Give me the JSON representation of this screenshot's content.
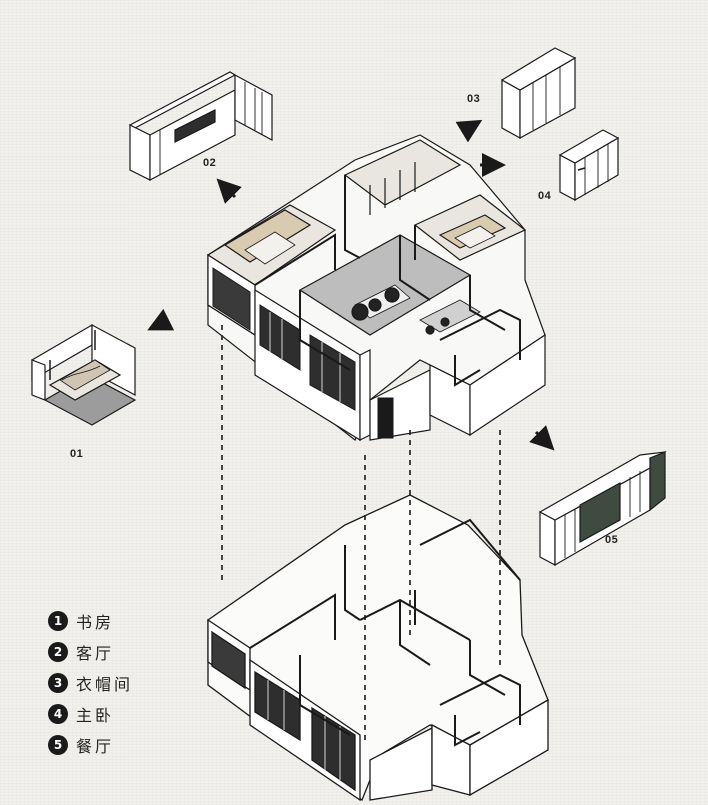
{
  "callouts": [
    "01",
    "02",
    "03",
    "04",
    "05"
  ],
  "legend": [
    {
      "num": "1",
      "text": "书房"
    },
    {
      "num": "2",
      "text": "客厅"
    },
    {
      "num": "3",
      "text": "衣帽间"
    },
    {
      "num": "4",
      "text": "主卧"
    },
    {
      "num": "5",
      "text": "餐厅"
    }
  ],
  "colors": {
    "background": "#f1f0ec",
    "wall": "#ffffff",
    "line": "#1a1a1a",
    "floor_wood": "#d9cbb0",
    "floor_grey": "#bdbdbd",
    "cabinet_green": "#3f4a40"
  }
}
